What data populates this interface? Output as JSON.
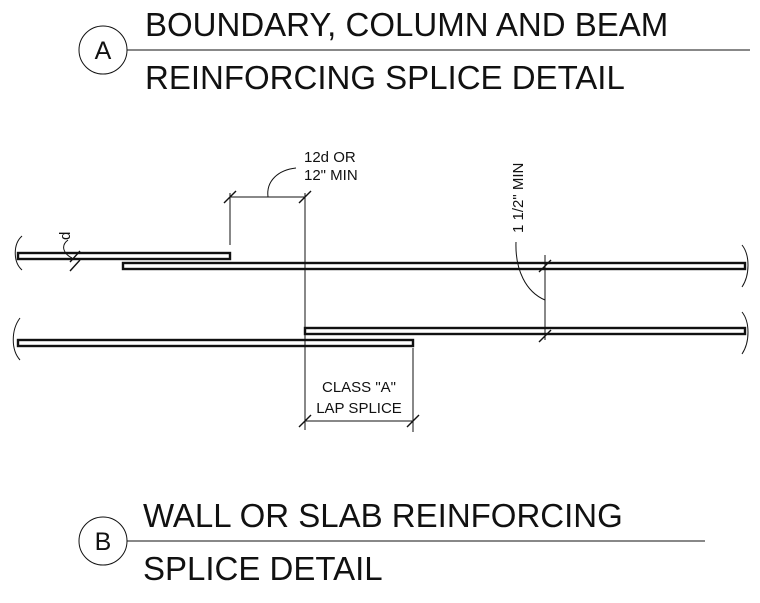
{
  "detail_a": {
    "tag": "A",
    "title_line1": "BOUNDARY, COLUMN AND BEAM",
    "title_line2": "REINFORCING SPLICE DETAIL"
  },
  "detail_b": {
    "tag": "B",
    "title_line1": "WALL OR SLAB REINFORCING",
    "title_line2": "SPLICE DETAIL"
  },
  "annotations": {
    "bar_diameter": "d",
    "lap_length_line1": "12d OR",
    "lap_length_line2": "12\" MIN",
    "clearance": "1 1/2\" MIN",
    "splice_class_line1": "CLASS \"A\"",
    "splice_class_line2": "LAP SPLICE"
  }
}
